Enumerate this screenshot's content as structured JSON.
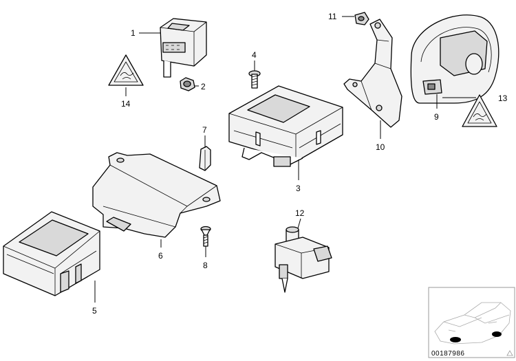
{
  "callouts": {
    "c1": "1",
    "c2": "2",
    "c3": "3",
    "c4": "4",
    "c5": "5",
    "c6": "6",
    "c7": "7",
    "c8": "8",
    "c9": "9",
    "c10": "10",
    "c11": "11",
    "c12": "12",
    "c13": "13",
    "c14": "14"
  },
  "document_id": "00187986"
}
